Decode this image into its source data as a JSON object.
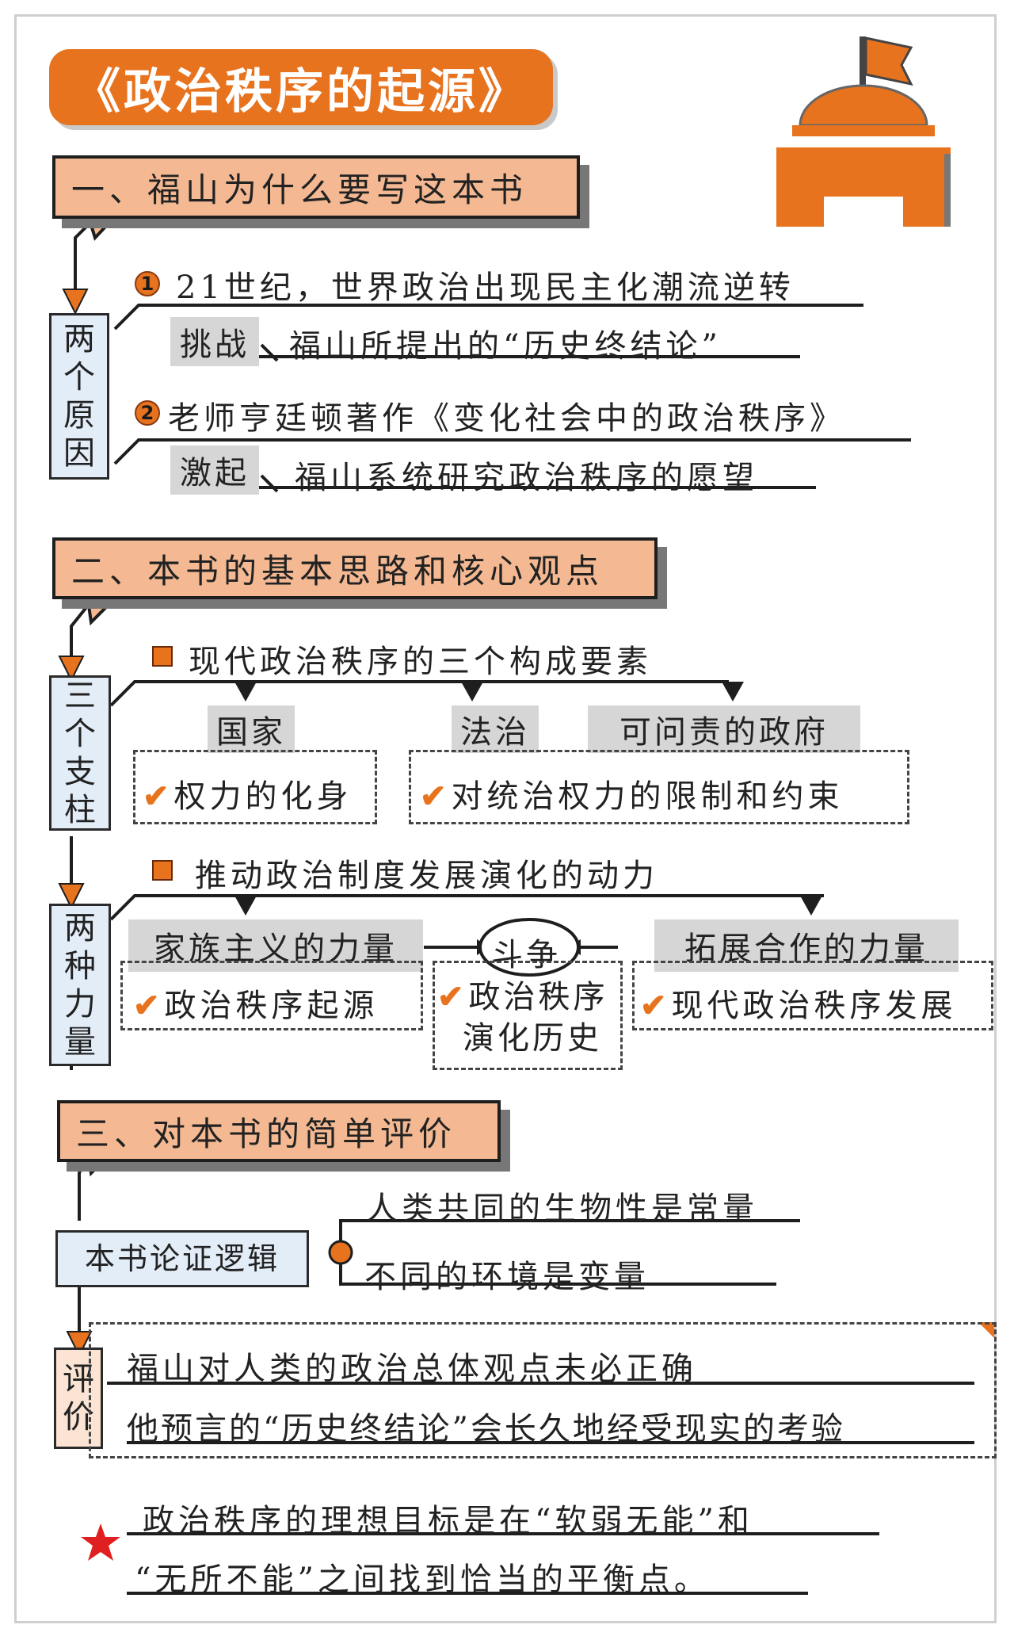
{
  "title": "《政治秩序的起源》",
  "colors": {
    "accent": "#e8731f",
    "section_fill": "#f4b992",
    "side_fill": "#e2edf8",
    "grey": "#d6d6d6",
    "star": "#e02020"
  },
  "icons": {
    "header": "podium-flag-icon",
    "star": "star-icon",
    "check": "check-icon"
  },
  "section1": {
    "heading": "一、福山为什么要写这本书",
    "side_label": [
      "两",
      "个",
      "原",
      "因"
    ],
    "reason1": {
      "num": "1",
      "text": "21世纪，世界政治出现民主化潮流逆转",
      "tag": "挑战",
      "detail": "福山所提出的“历史终结论”"
    },
    "reason2": {
      "num": "2",
      "text": "老师亨廷顿著作《变化社会中的政治秩序》",
      "tag": "激起",
      "detail": "福山系统研究政治秩序的愿望"
    }
  },
  "section2": {
    "heading": "二、本书的基本思路和核心观点",
    "pillars_label": [
      "三",
      "个",
      "支",
      "柱"
    ],
    "pillars_title": "现代政治秩序的三个构成要素",
    "pillar_state": "国家",
    "pillar_rule": "法治",
    "pillar_gov": "可问责的政府",
    "state_desc": "权力的化身",
    "rule_desc": "对统治权力的限制和约束",
    "forces_label": [
      "两",
      "种",
      "力",
      "量"
    ],
    "forces_title": "推动政治制度发展演化的动力",
    "force_family": "家族主义的力量",
    "struggle": "斗争",
    "force_coop": "拓展合作的力量",
    "family_desc": "政治秩序起源",
    "struggle_desc": [
      "政治秩序",
      "演化历史"
    ],
    "coop_desc": "现代政治秩序发展",
    "check": "✔"
  },
  "section3": {
    "heading": "三、对本书的简单评价",
    "logic_label": "本书论证逻辑",
    "logic1": "人类共同的生物性是常量",
    "logic2": "不同的环境是变量",
    "eval_label": [
      "评",
      "价"
    ],
    "eval1": "福山对人类的政治总体观点未必正确",
    "eval2": "他预言的“历史终结论”会长久地经受现实的考验"
  },
  "conclusion": {
    "line1": "政治秩序的理想目标是在“软弱无能”和",
    "line2": "“无所不能”之间找到恰当的平衡点。"
  }
}
